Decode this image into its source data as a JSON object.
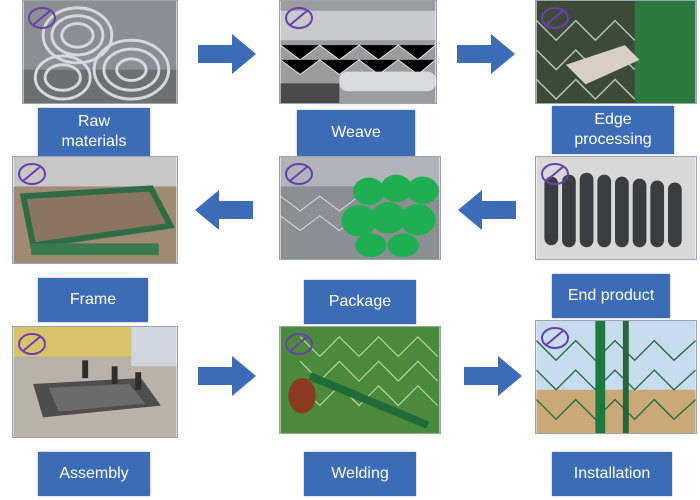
{
  "steps": [
    {
      "id": "raw-materials",
      "label": "Raw\nmaterials"
    },
    {
      "id": "weave",
      "label": "Weave"
    },
    {
      "id": "edge-processing",
      "label": "Edge\nprocessing"
    },
    {
      "id": "end-product",
      "label": "End product"
    },
    {
      "id": "package",
      "label": "Package"
    },
    {
      "id": "frame",
      "label": "Frame"
    },
    {
      "id": "assembly",
      "label": "Assembly"
    },
    {
      "id": "welding",
      "label": "Welding"
    },
    {
      "id": "installation",
      "label": "Installation"
    }
  ],
  "colors": {
    "label_bg": "#3b6cb5",
    "arrow_fill": "#3b6cb5",
    "label_text": "#ffffff"
  }
}
